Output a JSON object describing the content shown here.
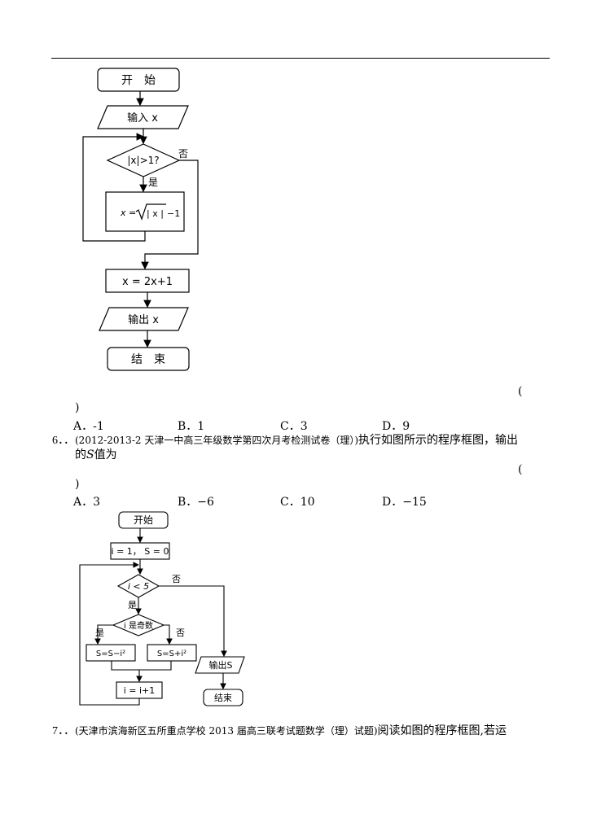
{
  "flowchart1": {
    "start": "开　始",
    "input": "输入 x",
    "condition": "|x|>1?",
    "no": "否",
    "yes": "是",
    "process_lhs": "x =",
    "process_rad": "| x |",
    "process_rhs": "−1",
    "assign": "x = 2x+1",
    "output": "输出 x",
    "end": "结　束"
  },
  "q5": {
    "paren_open": "(",
    "paren_close": ")",
    "options": [
      "A．-1",
      "B．1",
      "C．3",
      "D．9"
    ]
  },
  "q6": {
    "number": "6．．",
    "source": "(2012-2013-2 天津一中高三年级数学第四次月考检测试卷（理）)",
    "stem_a": "执行如图所示的程序框图，输出",
    "stem_b_prefix": "的",
    "stem_b_var": "S",
    "stem_b_suffix": "值为",
    "paren_open": "(",
    "paren_close": ")",
    "options": [
      "A．3",
      "B．−6",
      "C．10",
      "D．−15"
    ]
  },
  "flowchart2": {
    "start": "开始",
    "init": "i = 1， S = 0",
    "cond": "i < 5",
    "no": "否",
    "yes": "是",
    "odd": "i 是奇数",
    "odd_yes": "是",
    "odd_no": "否",
    "left_box": "S=S−i²",
    "right_box": "S=S+i²",
    "incr": "i = i+1",
    "output": "输出S",
    "end": "结束"
  },
  "q7": {
    "number": "7．．",
    "source": "(天津市滨海新区五所重点学校 2013 届高三联考试题数学（理）试题)",
    "stem": "阅读如图的程序框图,若运"
  }
}
